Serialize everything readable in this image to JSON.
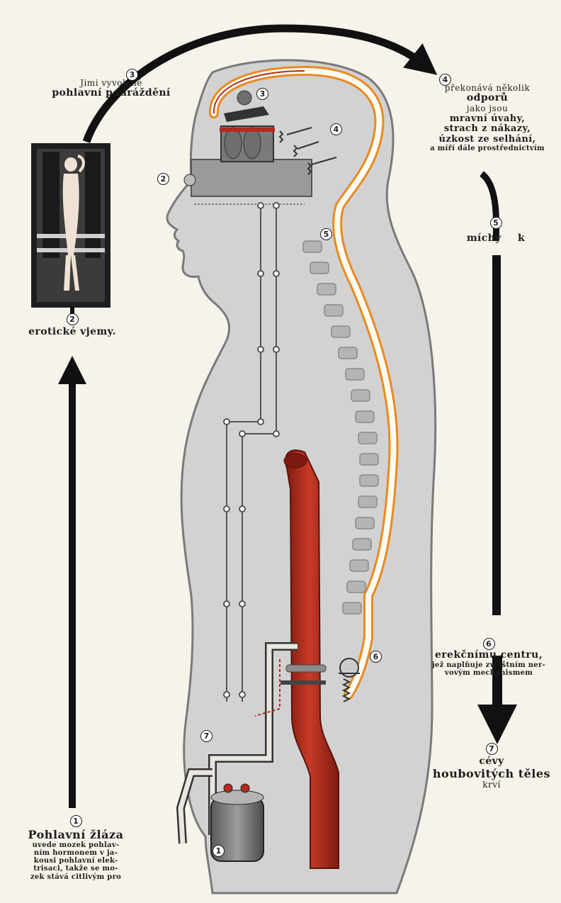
{
  "callouts": {
    "c1": {
      "num": "1",
      "title": "Pohlavní žláza",
      "lines": [
        "uvede mozek pohlav-",
        "ním hormonem v ja-",
        "kousi pohlavní elek-",
        "trisaci, takže se mo-",
        "zek stává citlivým pro"
      ]
    },
    "c2": {
      "num": "2",
      "text": "erotické vjemy."
    },
    "c3": {
      "num": "3",
      "line1": "Jimi vyvolané",
      "line2": "pohlavní podráždění"
    },
    "c4": {
      "num": "4",
      "lines": [
        "překonává několik",
        "odporů",
        "jako jsou",
        "mravní úvahy,",
        "strach z nákazy,",
        "úzkost ze selhání,",
        "a míří dále prostřednictvím"
      ]
    },
    "c5": {
      "num": "5",
      "text": "míchy k"
    },
    "c6": {
      "num": "6",
      "lines": [
        "erekčnímu centru,",
        "jež naplňuje zvláštním ner-",
        "vovým mechanismem"
      ]
    },
    "c7": {
      "num": "7",
      "lines": [
        "cévy",
        "houbovitých těles",
        "krví"
      ]
    }
  },
  "figure_markers": [
    "1",
    "2",
    "3",
    "4",
    "5",
    "6",
    "7"
  ],
  "colors": {
    "background": "#f6f3ea",
    "body": "#d2d2d2",
    "body_outline": "#7a7a7a",
    "nerve": "#e98a1f",
    "artery": "#b52a1c",
    "arrow": "#111111"
  }
}
